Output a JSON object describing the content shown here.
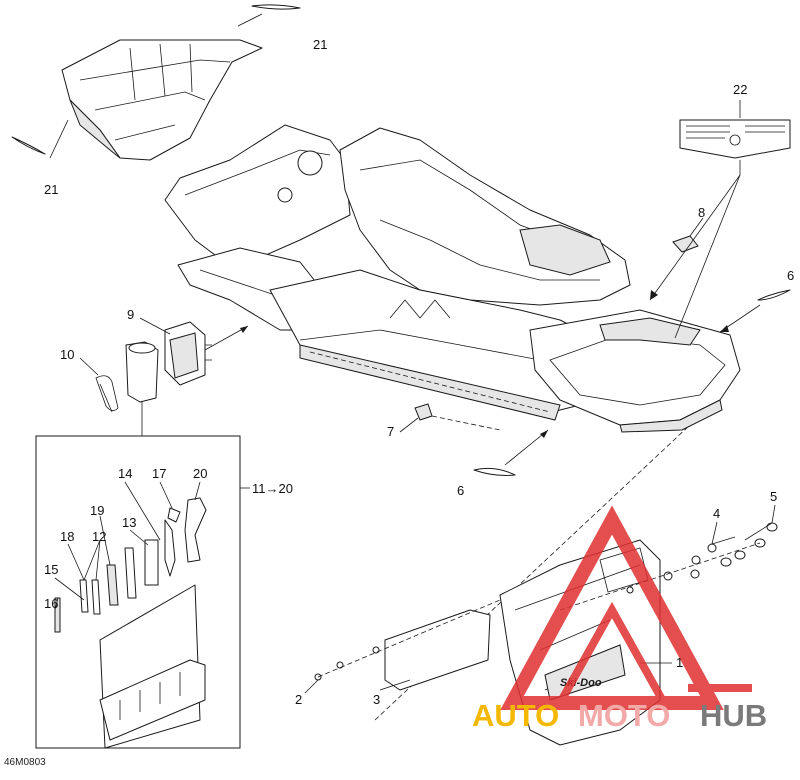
{
  "diagram": {
    "drawing_code": "46M0803",
    "callouts": {
      "c1": "1",
      "c2": "2",
      "c3": "3",
      "c4": "4",
      "c5": "5",
      "c6a": "6",
      "c6b": "6",
      "c7": "7",
      "c8": "8",
      "c9": "9",
      "c10": "10",
      "c11_20": "11→20",
      "c12": "12",
      "c13": "13",
      "c14": "14",
      "c15": "15",
      "c16": "16",
      "c17": "17",
      "c18": "18",
      "c19": "19",
      "c20": "20",
      "c21a": "21",
      "c21b": "21",
      "c22": "22"
    }
  },
  "watermark": {
    "part1": "AUTO",
    "part2": "MOTO",
    "part3": "HUB",
    "colors": {
      "auto": "#f5b800",
      "moto": "#f4a9a9",
      "hub": "#7a7a7a",
      "triangle": "#e03030"
    }
  },
  "decal": {
    "label": "Ski-Doo"
  }
}
